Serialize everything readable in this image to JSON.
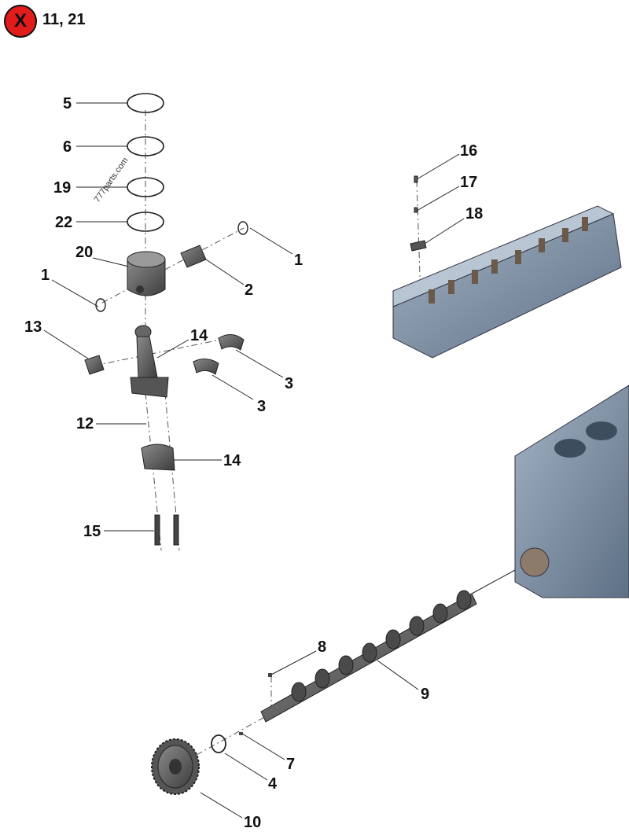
{
  "header": {
    "badge_symbol": "X",
    "excluded_items": "11, 21"
  },
  "watermark": {
    "text": "777parts.com"
  },
  "colors": {
    "badge": "#e21b1b",
    "part_metal": "#5a5a5a",
    "block_blue": "#7d8fa3",
    "leader": "#222222"
  },
  "callouts": [
    {
      "id": "c5",
      "label": "5"
    },
    {
      "id": "c6",
      "label": "6"
    },
    {
      "id": "c19",
      "label": "19"
    },
    {
      "id": "c22",
      "label": "22"
    },
    {
      "id": "c20",
      "label": "20"
    },
    {
      "id": "c1a",
      "label": "1"
    },
    {
      "id": "c1b",
      "label": "1"
    },
    {
      "id": "c2",
      "label": "2"
    },
    {
      "id": "c13",
      "label": "13"
    },
    {
      "id": "c14a",
      "label": "14"
    },
    {
      "id": "c3a",
      "label": "3"
    },
    {
      "id": "c3b",
      "label": "3"
    },
    {
      "id": "c12",
      "label": "12"
    },
    {
      "id": "c14b",
      "label": "14"
    },
    {
      "id": "c15",
      "label": "15"
    },
    {
      "id": "c16",
      "label": "16"
    },
    {
      "id": "c17",
      "label": "17"
    },
    {
      "id": "c18",
      "label": "18"
    },
    {
      "id": "c8",
      "label": "8"
    },
    {
      "id": "c9",
      "label": "9"
    },
    {
      "id": "c7",
      "label": "7"
    },
    {
      "id": "c4",
      "label": "4"
    },
    {
      "id": "c10",
      "label": "10"
    }
  ]
}
